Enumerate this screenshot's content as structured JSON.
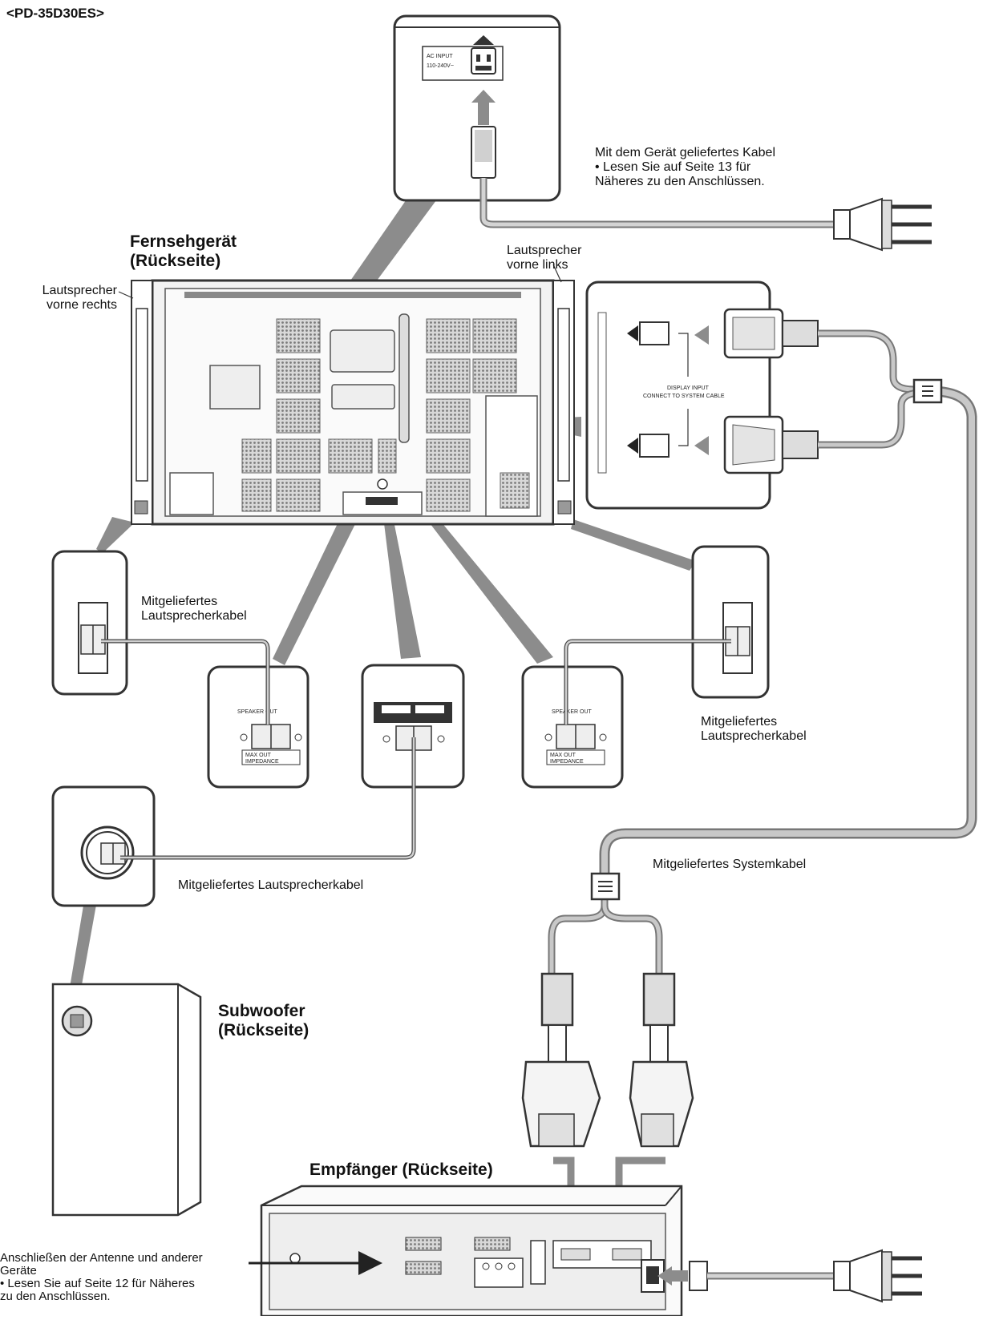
{
  "model": "<PD-35D30ES>",
  "labels": {
    "tv_title": "Fernsehgerät\n(Rückseite)",
    "speaker_right": "Lautsprecher\nvorne rechts",
    "speaker_left": "Lautsprecher\nvorne links",
    "ac_cable_note": "Mit dem Gerät geliefertes Kabel\n• Lesen Sie auf Seite 13 für\n   Näheres zu den Anschlüssen.",
    "speaker_cable_1": "Mitgeliefertes\nLautsprecherkabel",
    "speaker_cable_2": "Mitgeliefertes\nLautsprecherkabel",
    "speaker_cable_3": "Mitgeliefertes Lautsprecherkabel",
    "system_cable": "Mitgeliefertes Systemkabel",
    "subwoofer_title": "Subwoofer\n(Rückseite)",
    "receiver_title": "Empfänger (Rückseite)",
    "antenna_note": "Anschließen der Antenne und anderer\nGeräte\n• Lesen Sie auf Seite 12 für Näheres\n  zu den Anschlüssen."
  },
  "panel_text": {
    "ac_input_1": "AC INPUT",
    "ac_input_2": "110-240V~",
    "display_input_1": "DISPLAY INPUT",
    "display_input_2": "CONNECT TO SYSTEM CABLE",
    "speaker_out": "SPEAKER OUT",
    "max_out": "MAX OUT",
    "impedance": "IMPEDANCE"
  },
  "colors": {
    "line": "#333333",
    "cable": "#9a9a9a",
    "pointer": "#8c8c8c",
    "panel_fill": "#ececec",
    "grille": "#bdbdbd"
  }
}
